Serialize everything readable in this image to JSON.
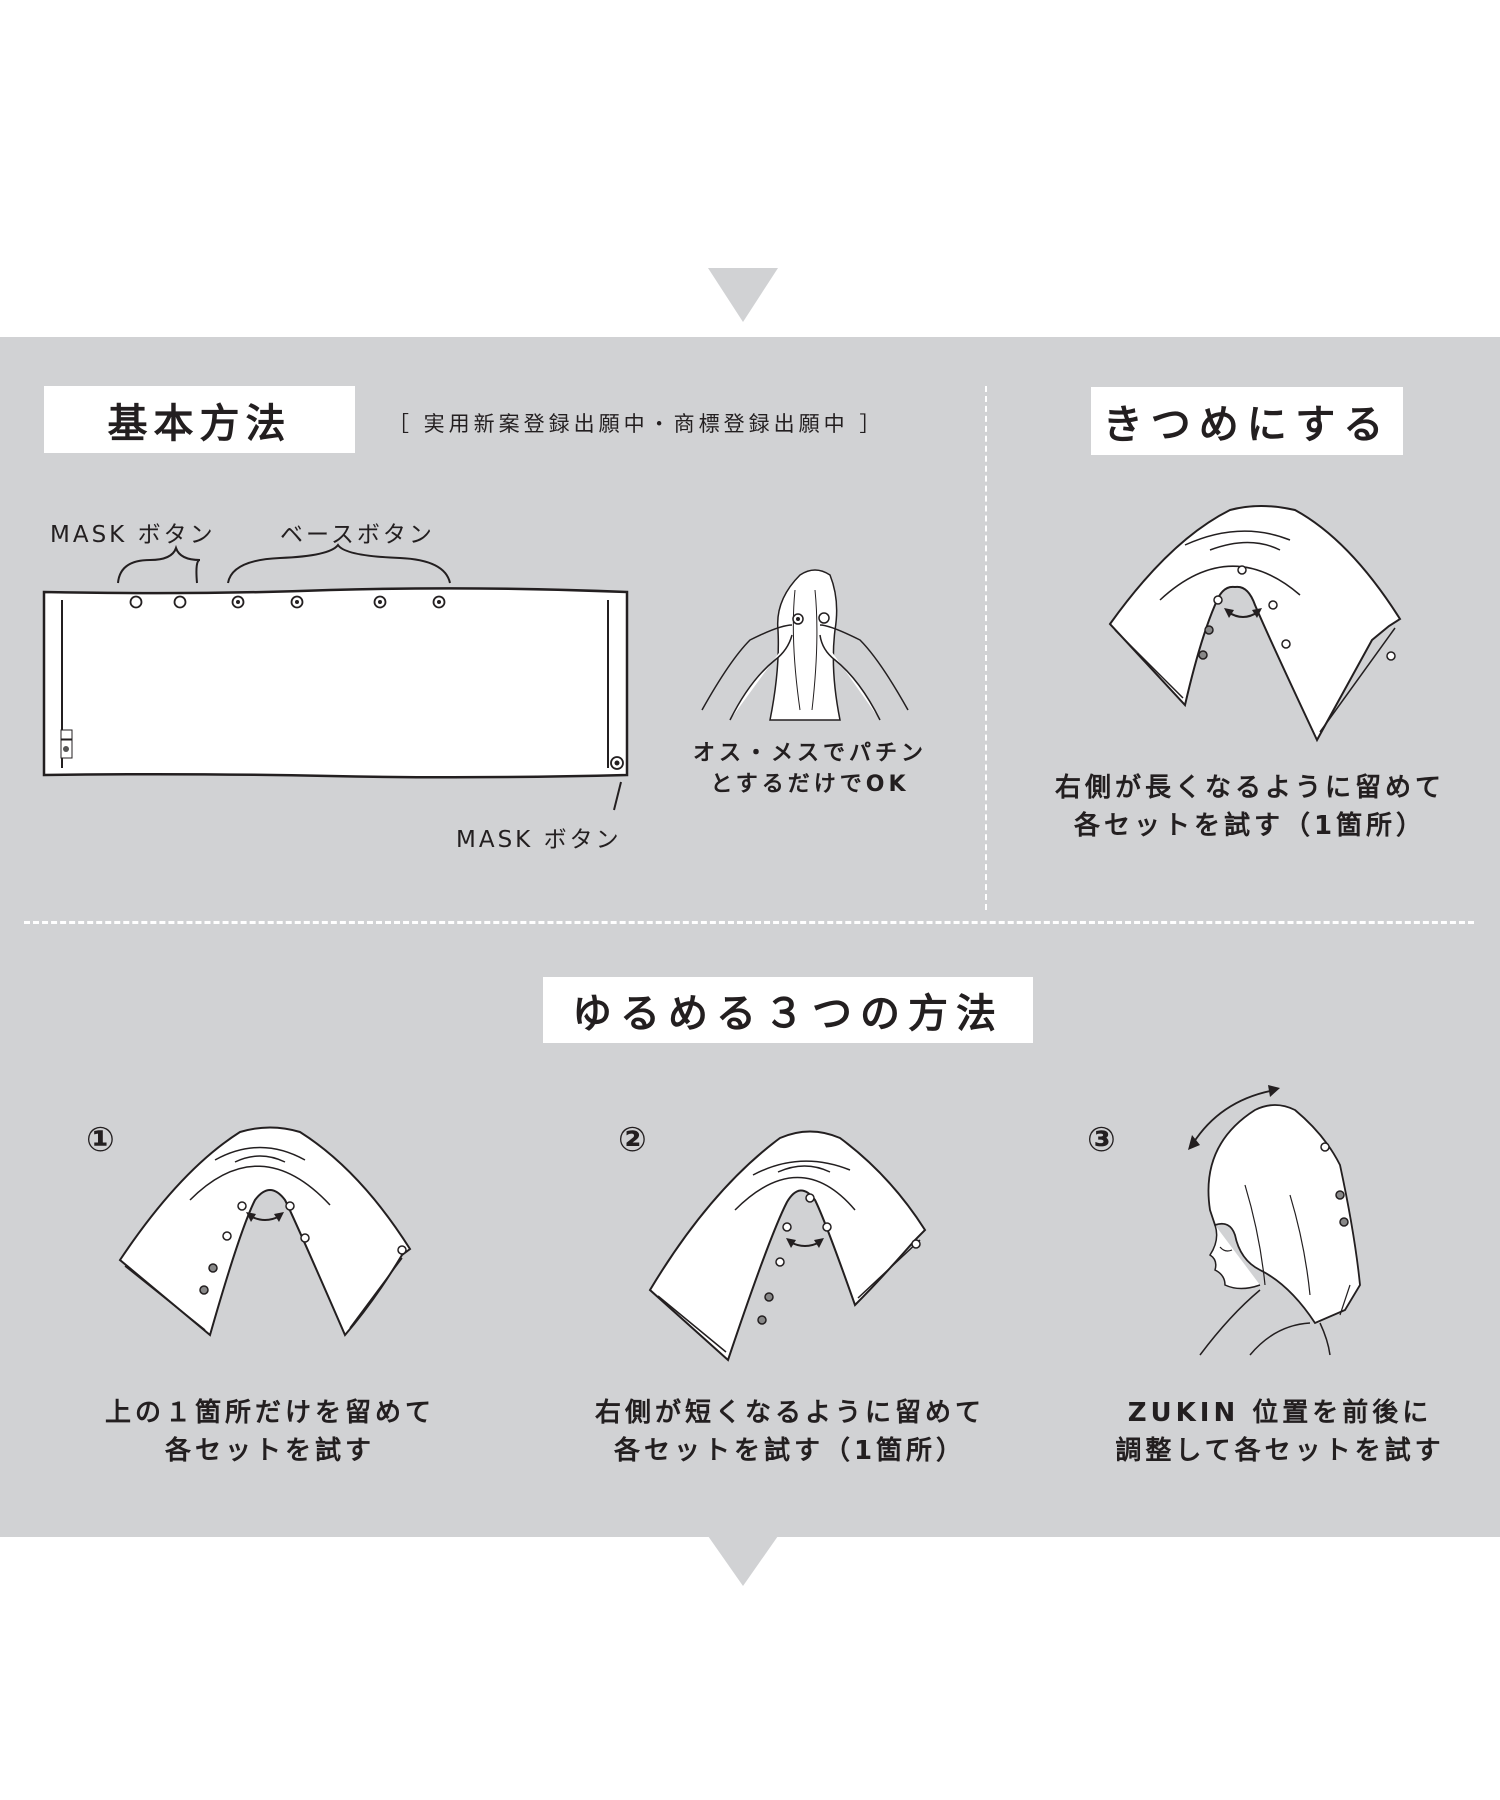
{
  "colors": {
    "band": "#d1d2d4",
    "box": "#ffffff",
    "ink": "#231f20"
  },
  "basic": {
    "title": "基本方法",
    "note": "［ 実用新案登録出願中・商標登録出願中 ］",
    "mask_button_label_top": "MASK ボタン",
    "base_button_label": "ベースボタン",
    "mask_button_label_bottom": "MASK ボタン",
    "snap_caption_line1": "オス・メスでパチン",
    "snap_caption_line2": "とするだけでOK"
  },
  "tighten": {
    "title": "きつめにする",
    "caption_line1": "右側が長くなるように留めて",
    "caption_line2": "各セットを試す（1箇所）"
  },
  "loosen": {
    "title": "ゆるめる３つの方法",
    "methods": [
      {
        "number": "①",
        "caption_line1": "上の１箇所だけを留めて",
        "caption_line2": "各セットを試す"
      },
      {
        "number": "②",
        "caption_line1": "右側が短くなるように留めて",
        "caption_line2": "各セットを試す（1箇所）"
      },
      {
        "number": "③",
        "caption_line1": "ZUKIN 位置を前後に",
        "caption_line2": "調整して各セットを試す"
      }
    ]
  },
  "icons": {
    "arrow_top": "down-triangle",
    "arrow_bottom": "down-triangle"
  }
}
